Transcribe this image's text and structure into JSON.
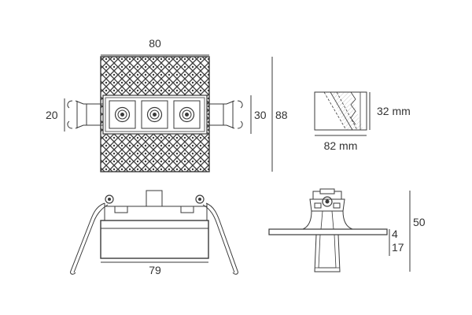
{
  "dimensions": {
    "top_width": "80",
    "left_height": "20",
    "inner_height": "30",
    "outer_height": "88",
    "cutout_height": "32 mm",
    "cutout_width": "82 mm",
    "front_width": "79",
    "side_height": "50",
    "side_flange": "4",
    "side_body": "17"
  },
  "colors": {
    "line": "#3a3a3a",
    "text": "#333333",
    "background": "#ffffff"
  }
}
